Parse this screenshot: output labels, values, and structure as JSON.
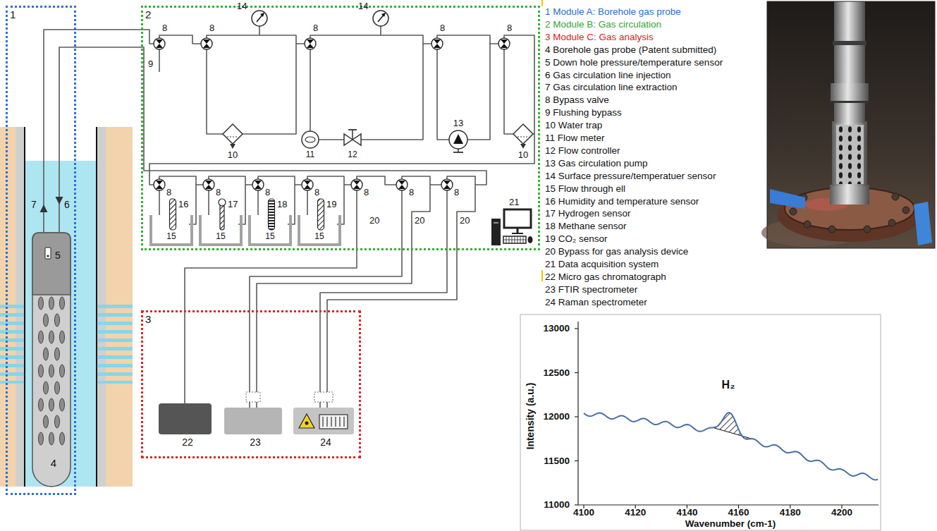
{
  "diagram": {
    "nodes": [
      {
        "text": [
          "1"
        ]
      },
      {
        "text": [
          "5",
          "4"
        ],
        "in": 0
      },
      {
        "text": [
          "2"
        ]
      },
      {
        "text": [
          "15"
        ],
        "in": 2
      },
      {
        "text": [
          "15"
        ],
        "in": 2
      },
      {
        "text": [
          "15"
        ],
        "in": 2
      },
      {
        "text": [
          "15"
        ],
        "in": 2
      },
      {
        "text": [
          "3"
        ]
      },
      {
        "text": [
          "22"
        ],
        "in": 7
      },
      {
        "text": [
          "23"
        ],
        "in": 7
      },
      {
        "text": [
          "24"
        ],
        "in": 7
      }
    ],
    "edges": [
      {
        "from": 1,
        "to": 2,
        "arrow": "to",
        "label": "7"
      },
      {
        "from": 2,
        "to": 1,
        "arrow": "to",
        "label": "6"
      },
      {
        "from": 2,
        "to": 8,
        "arrow": "none"
      },
      {
        "from": 2,
        "to": 9,
        "arrow": "none"
      },
      {
        "from": 2,
        "to": 10,
        "arrow": "none"
      }
    ],
    "labels": [
      "8",
      "8",
      "8",
      "8",
      "8",
      "9",
      "10",
      "14",
      "11",
      "12",
      "14",
      "13",
      "10",
      "8",
      "8",
      "8",
      "8",
      "8",
      "8",
      "8",
      "16",
      "17",
      "18",
      "19",
      "20",
      "20",
      "20",
      "21",
      "1 Module A: Borehole gas probe",
      "2 Module B: Gas circulation",
      "3 Module C: Gas analysis",
      "4 Borehole gas probe (Patent submitted)",
      "5 Down hole pressure/temperature sensor",
      "6 Gas circulation line injection",
      "7 Gas circulation line extraction",
      "8 Bypass valve",
      "9 Flushing bypass",
      "10 Water trap",
      "11 Flow meter",
      "12 Flow controller",
      "13 Gas circulation pump",
      "14 Surface pressure/temperatuer sensor",
      "15 Flow through ell",
      "16 Humidity and temperature sensor",
      "17 Hydrogen sensor",
      "18 Methane sensor",
      "19 CO₂ sensor",
      "20 Bypass for gas analysis device",
      "21 Data acquisition system",
      "22 Micro gas chromatograph",
      "23 FTIR spectrometer",
      "24 Raman spectrometer",
      "13000",
      "12500",
      "12000",
      "11500",
      "11000",
      "4100",
      "4120",
      "4140",
      "4160",
      "4180",
      "4200",
      "Intensity (a.u.)",
      "Wavenumber (cm-1)",
      "H₂"
    ]
  }
}
